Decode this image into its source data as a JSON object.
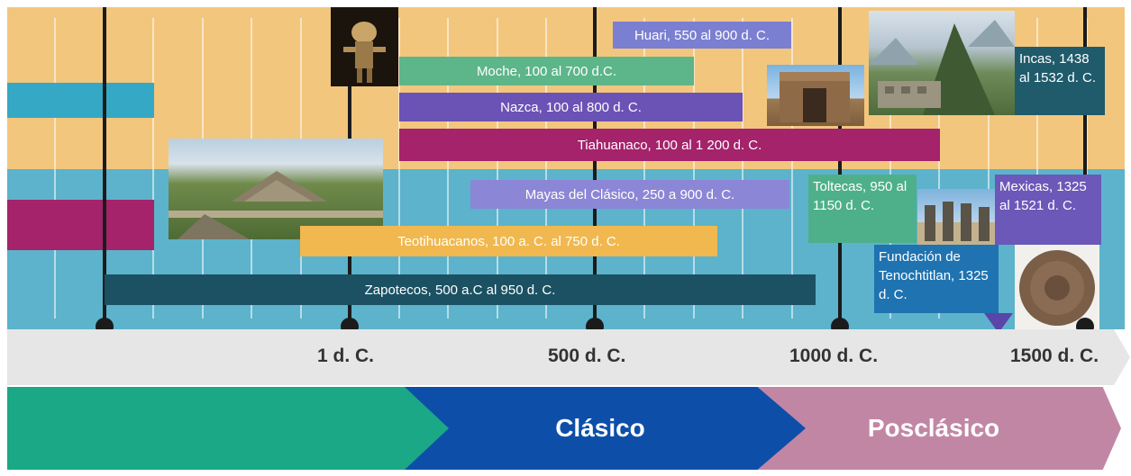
{
  "timeline": {
    "ticks": [
      "1 d. C.",
      "500 d. C.",
      "1000 d. C.",
      "1500 d. C."
    ]
  },
  "cultures": {
    "huari": "Huari, 550 al 900 d. C.",
    "moche": "Moche, 100 al 700 d.C.",
    "nazca": "Nazca, 100 al 800 d. C.",
    "tiahuanaco": "Tiahuanaco, 100 al 1 200 d. C.",
    "incas": "Incas, 1438 al 1532 d. C.",
    "mayas": "Mayas del Clásico, 250 a 900 d. C.",
    "teotihuacanos": "Teotihuacanos, 100 a. C. al 750 d. C.",
    "zapotecos": "Zapotecos, 500 a.C al 950 d. C.",
    "toltecas": "Toltecas, 950 al 1150 d. C.",
    "mexicas": "Mexicas, 1325 al 1521 d. C.",
    "tenochtitlan": "Fundación de Tenochtitlan, 1325 d. C."
  },
  "periods": {
    "preclassic": "",
    "classic": "Clásico",
    "postclassic": "Posclásico"
  },
  "colors": {
    "andes_band": "#f2c67d",
    "mesoamerica_band": "#5cb3cb",
    "huari": "#7b7fd1",
    "moche": "#5db58a",
    "nazca": "#6b52b5",
    "tiahuanaco": "#a4236b",
    "incas": "#1f5b6b",
    "mayas": "#8c86d6",
    "teotihuacanos": "#f0b84e",
    "zapotecos": "#1b5163",
    "toltecas": "#4db08a",
    "mexicas": "#6b58b8",
    "tenochtitlan": "#1f73b0",
    "era_preclassic": "#1aa886",
    "era_classic": "#0d4fa8",
    "era_postclassic": "#c286a5"
  }
}
